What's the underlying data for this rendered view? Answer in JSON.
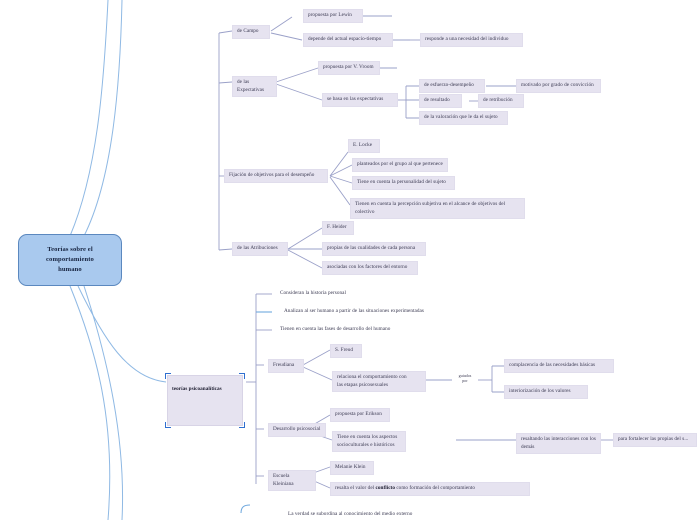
{
  "colors": {
    "root_fill": "#a9c9ee",
    "root_border": "#5b88bf",
    "topic_fill": "#e6e3f0",
    "text": "#3b3a52",
    "branch_main": "#9aa0c8",
    "branch_root": "#7db0e6",
    "selection": "#2f6fd0"
  },
  "root": {
    "label": "Teorías sobre el\ncomportamiento\nhumano"
  },
  "branches": {
    "campo": {
      "label": "de Campo",
      "children": [
        {
          "label": "propuesta por Lewin"
        },
        {
          "label": "depende del actual espacio-tiempo",
          "children": [
            {
              "label": "responde a una necesidad del individuo"
            }
          ]
        }
      ]
    },
    "expectativas": {
      "label": "de las Expectativas",
      "children": [
        {
          "label": "propuesta por V. Vroom"
        },
        {
          "label": "se basa en las expectativas",
          "children": [
            {
              "label": "de esfuerzo-desempeño",
              "children": [
                {
                  "label": "motivado por grado de convicción"
                }
              ]
            },
            {
              "label": "de resultado",
              "children": [
                {
                  "label": "de retribución"
                }
              ]
            },
            {
              "label": "de la valoración que le da el sujeto"
            }
          ]
        }
      ]
    },
    "objetivos": {
      "label": "Fijación de objetivos para el desempeño",
      "children": [
        {
          "label": "E. Locke"
        },
        {
          "label": "planteados por el grupo al que pertenece"
        },
        {
          "label": "Tiene en cuenta la personalidad del sujeto"
        },
        {
          "label": "Tienen en cuenta la percepción subjetiva en el alcance de objetivos del colectivo"
        }
      ]
    },
    "atribuciones": {
      "label": "de las Atribuciones",
      "children": [
        {
          "label": "F. Heider"
        },
        {
          "label": "propias de las cualidades de cada persona"
        },
        {
          "label": "asociadas con los factores del entorno"
        }
      ]
    },
    "psicoanaliticas": {
      "label": "teorías psicoanalíticas",
      "selected": true,
      "children": [
        {
          "label": "Consideran la historia personal"
        },
        {
          "label": "Analizan al ser humano a partir de las situaciones experimentadas"
        },
        {
          "label": "Tienen en cuenta las fases de desarrollo del humano"
        },
        {
          "label": "Freudiana",
          "children": [
            {
              "label": "S. Freud"
            },
            {
              "label": "relaciona el comportamiento con\nlas etapas psicosexuales",
              "connector_label": "guiados\npor",
              "children": [
                {
                  "label": "complacencia de las necesidades básicas"
                },
                {
                  "label": "interiorización de los valores"
                }
              ]
            }
          ]
        },
        {
          "label": "Desarrollo psicosocial",
          "children": [
            {
              "label": "propuesta por Erikson"
            },
            {
              "label": "Tiene en cuenta los aspectos\nsocioculturales e históricos",
              "children": [
                {
                  "label": "resaltando las interacciones con los demás",
                  "children": [
                    {
                      "label": "para fortalecer las propias del s..."
                    }
                  ]
                }
              ]
            }
          ]
        },
        {
          "label": "Escuela Kleiniana",
          "children": [
            {
              "label": "Melanie Klein"
            },
            {
              "label_pre": "resalta el valor del ",
              "label_bold": "conflicto",
              "label_post": " como formación del comportamiento"
            }
          ]
        }
      ]
    },
    "bottom": {
      "label": "La verdad se subordina al conocimiento del medio externo"
    }
  }
}
